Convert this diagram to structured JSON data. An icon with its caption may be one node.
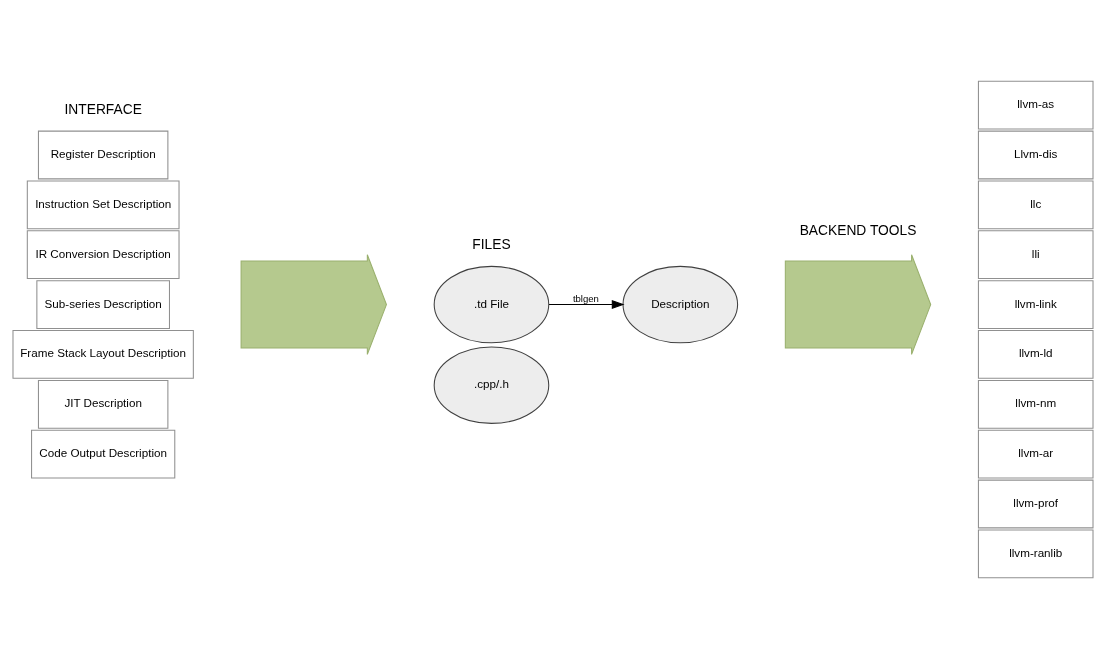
{
  "diagram": {
    "nodes": [
      {
        "text": [
          "Register Description"
        ]
      },
      {
        "text": [
          "Instruction Set Description"
        ]
      },
      {
        "text": [
          "IR Conversion Description"
        ]
      },
      {
        "text": [
          "Sub-series Description"
        ]
      },
      {
        "text": [
          "Frame Stack Layout Description"
        ]
      },
      {
        "text": [
          "JIT Description"
        ]
      },
      {
        "text": [
          "Code Output Description"
        ]
      },
      {
        "text": [],
        "shape": "arrow"
      },
      {
        "text": [
          ".td File"
        ]
      },
      {
        "text": [
          "Description"
        ]
      },
      {
        "text": [
          ".cpp/.h"
        ]
      },
      {
        "text": [],
        "shape": "arrow"
      },
      {
        "text": [
          "llvm-as"
        ]
      },
      {
        "text": [
          "Llvm-dis"
        ]
      },
      {
        "text": [
          "llc"
        ]
      },
      {
        "text": [
          "lli"
        ]
      },
      {
        "text": [
          "llvm-link"
        ]
      },
      {
        "text": [
          "llvm-ld"
        ]
      },
      {
        "text": [
          "llvm-nm"
        ]
      },
      {
        "text": [
          "llvm-ar"
        ]
      },
      {
        "text": [
          "llvm-prof"
        ]
      },
      {
        "text": [
          "llvm-ranlib"
        ]
      }
    ],
    "edges": [
      {
        "from": 8,
        "to": 9,
        "label": "tblgen",
        "arrow": "to"
      }
    ],
    "labels": [
      "INTERFACE",
      "FILES",
      "BACKEND TOOLS"
    ]
  }
}
